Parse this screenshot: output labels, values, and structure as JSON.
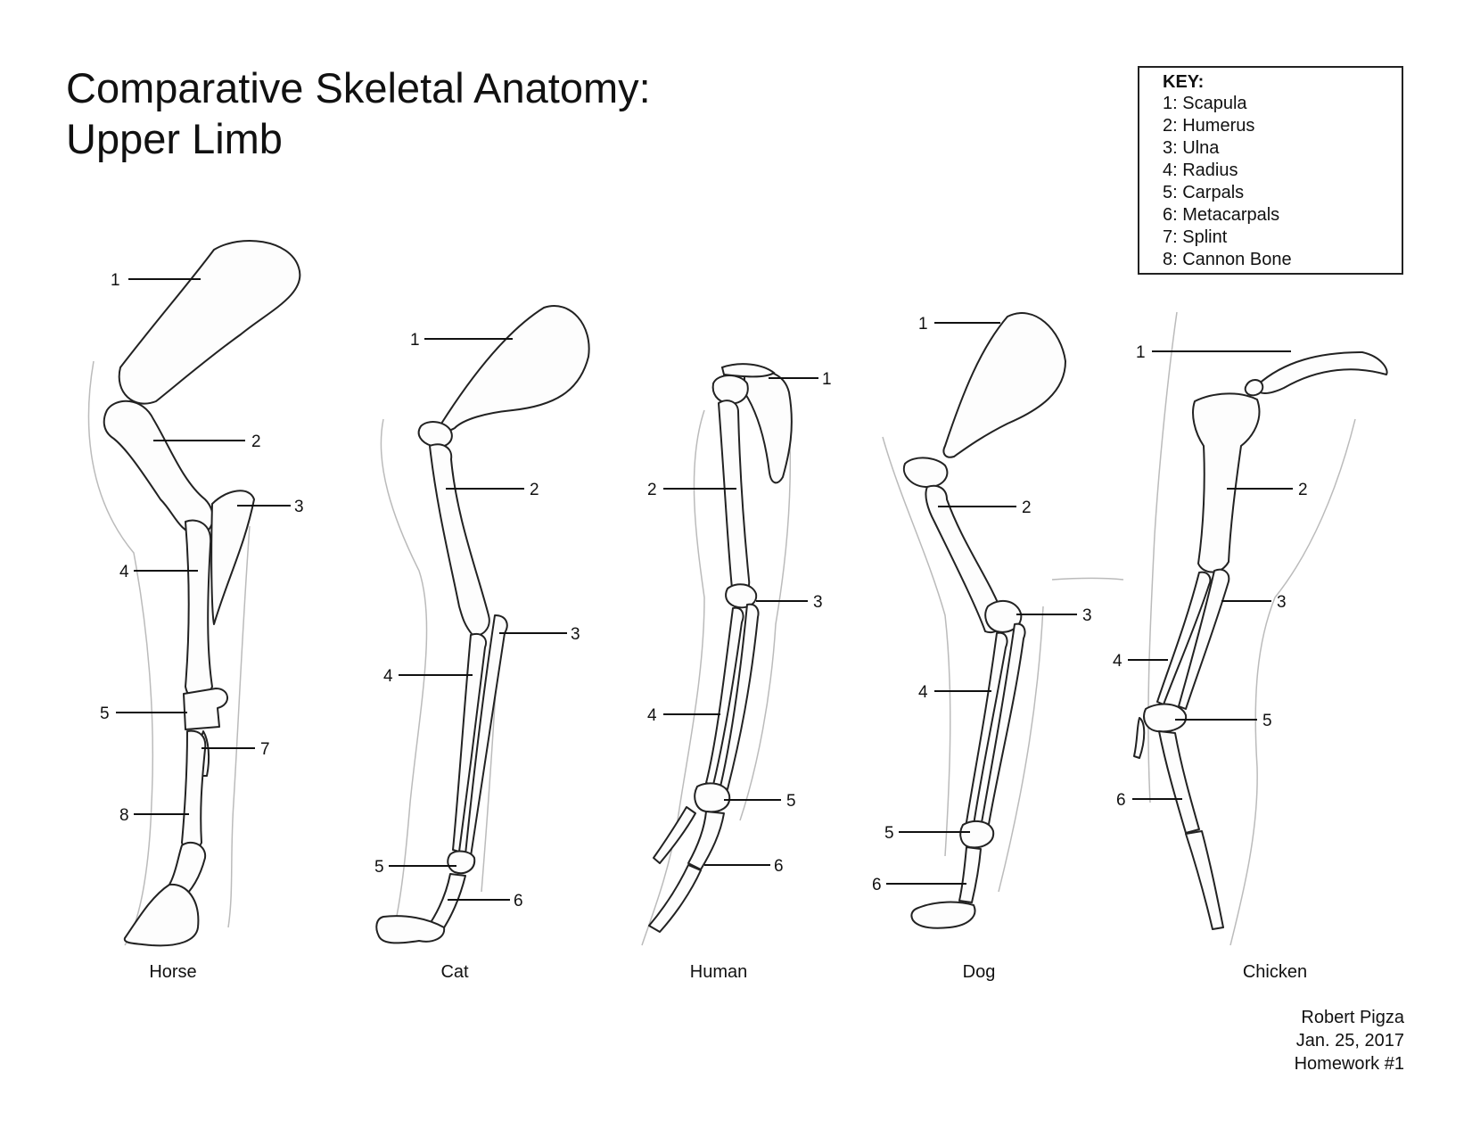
{
  "title": {
    "line1": "Comparative Skeletal Anatomy:",
    "line2": "Upper Limb"
  },
  "key": {
    "heading": "KEY:",
    "items": [
      "1: Scapula",
      "2: Humerus",
      "3: Ulna",
      "4: Radius",
      "5: Carpals",
      "6: Metacarpals",
      "7: Splint",
      "8: Cannon Bone"
    ]
  },
  "limbs": [
    {
      "name": "Horse",
      "labels": [
        "1",
        "2",
        "3",
        "4",
        "5",
        "7",
        "8"
      ]
    },
    {
      "name": "Cat",
      "labels": [
        "1",
        "2",
        "3",
        "4",
        "5",
        "6"
      ]
    },
    {
      "name": "Human",
      "labels": [
        "1",
        "2",
        "3",
        "4",
        "5",
        "6"
      ]
    },
    {
      "name": "Dog",
      "labels": [
        "1",
        "2",
        "3",
        "4",
        "5",
        "6"
      ]
    },
    {
      "name": "Chicken",
      "labels": [
        "1",
        "2",
        "3",
        "4",
        "5",
        "6"
      ]
    }
  ],
  "author": {
    "name": "Robert Pigza",
    "date": "Jan. 25, 2017",
    "assignment": "Homework #1"
  }
}
